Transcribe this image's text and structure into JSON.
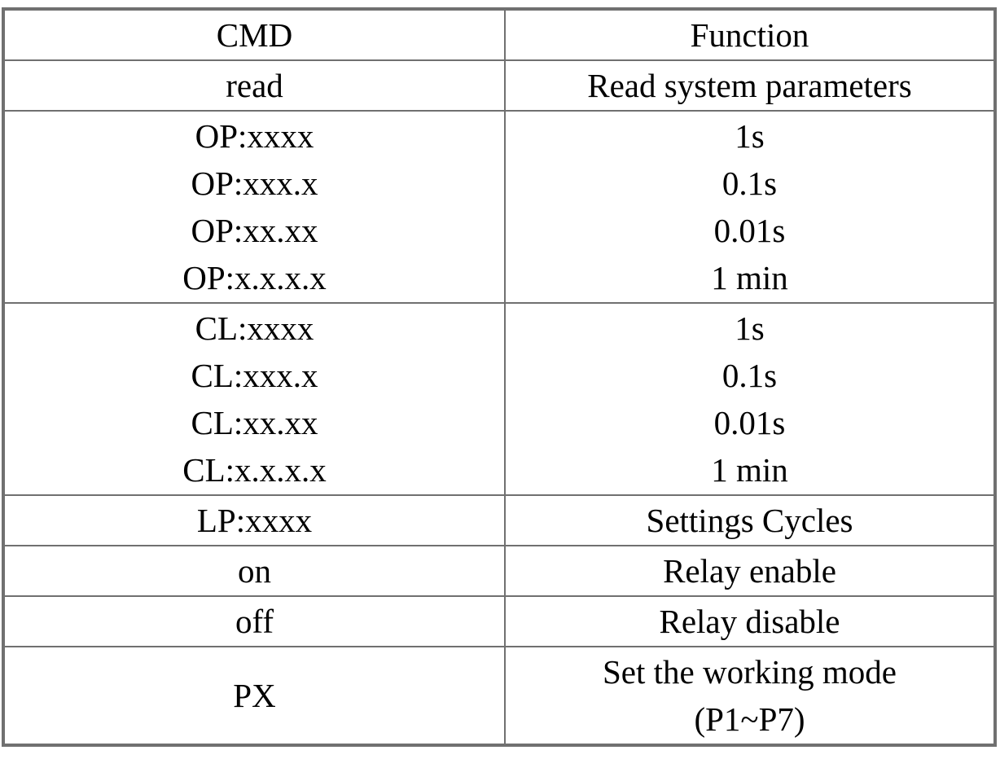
{
  "table": {
    "headers": {
      "cmd": "CMD",
      "function": "Function"
    },
    "rows": [
      {
        "cmd": [
          "read"
        ],
        "function": [
          "Read system parameters"
        ]
      },
      {
        "cmd": [
          "OP:xxxx",
          "OP:xxx.x",
          "OP:xx.xx",
          "OP:x.x.x.x"
        ],
        "function": [
          "1s",
          "0.1s",
          "0.01s",
          "1 min"
        ]
      },
      {
        "cmd": [
          "CL:xxxx",
          "CL:xxx.x",
          "CL:xx.xx",
          "CL:x.x.x.x"
        ],
        "function": [
          "1s",
          "0.1s",
          "0.01s",
          "1 min"
        ]
      },
      {
        "cmd": [
          "LP:xxxx"
        ],
        "function": [
          "Settings Cycles"
        ]
      },
      {
        "cmd": [
          "on"
        ],
        "function": [
          "Relay enable"
        ]
      },
      {
        "cmd": [
          "off"
        ],
        "function": [
          "Relay disable"
        ]
      },
      {
        "cmd": [
          "PX"
        ],
        "function": [
          "Set the working mode",
          "(P1~P7)"
        ]
      }
    ]
  },
  "colors": {
    "border": "#707070",
    "text": "#000000",
    "background": "#ffffff"
  }
}
